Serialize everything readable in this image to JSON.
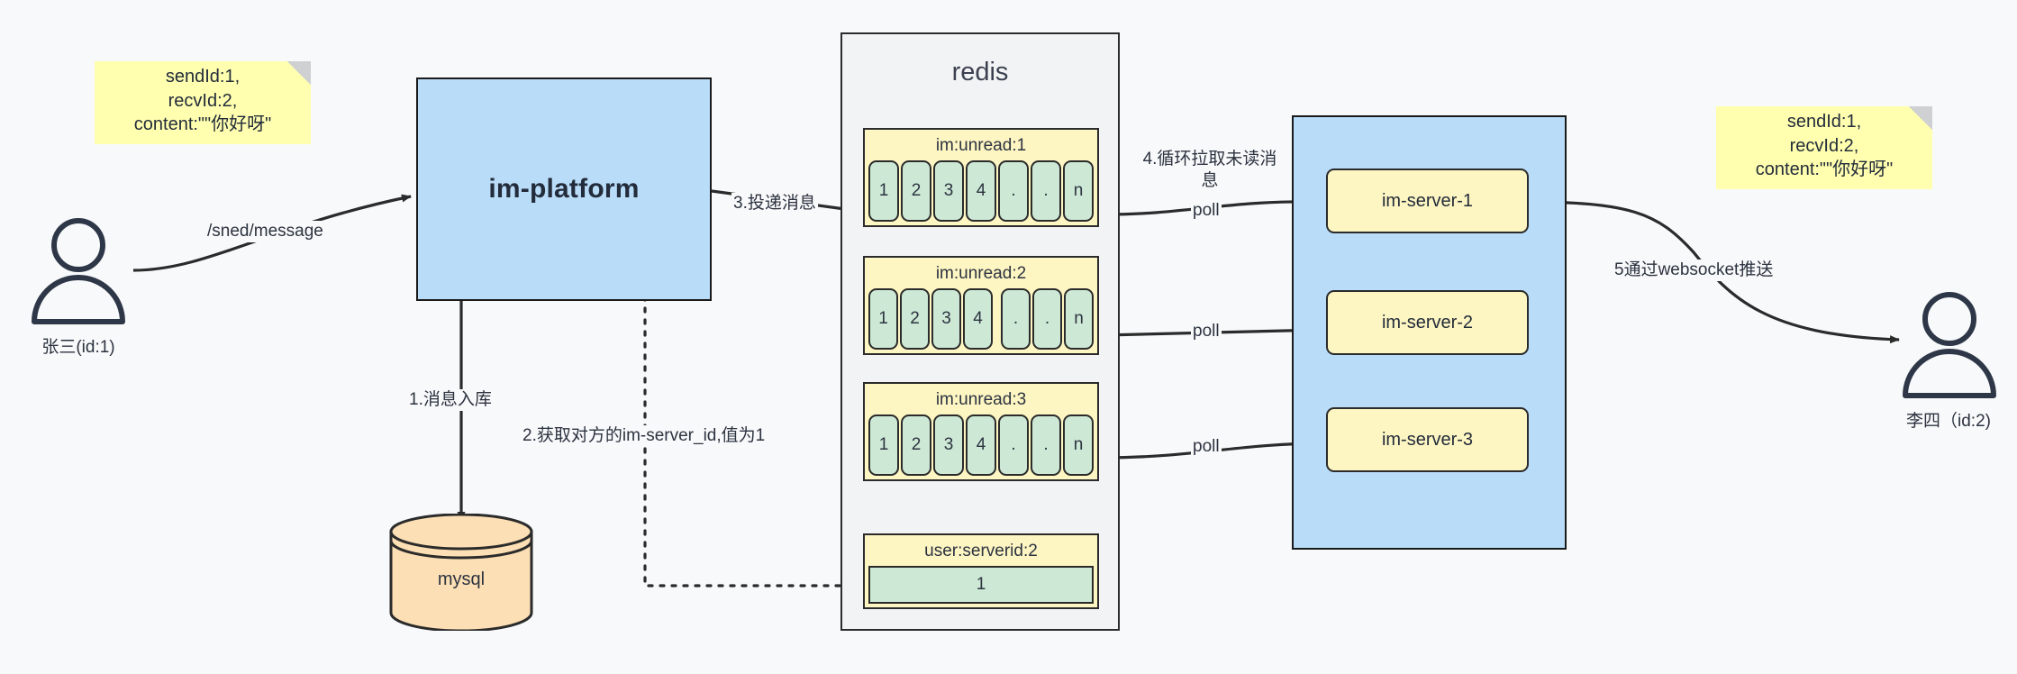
{
  "diagram": {
    "title": "IM message delivery architecture",
    "background": "#f8f9fa"
  },
  "colors": {
    "sticky": "#ffffaf",
    "platform": "#b9dcf9",
    "server_box": "#fdf5c2",
    "redis_container": "#f2f3f4",
    "redis_key": "#fdf5c2",
    "redis_cell": "#cde8d5",
    "mysql": "#fcdfb4",
    "stroke": "#2b2b2b",
    "text": "#2c3340"
  },
  "notes": {
    "left": "sendId:1,\nrecvId:2,\ncontent:\"\"你好呀\"",
    "right": "sendId:1,\nrecvId:2,\ncontent:\"\"你好呀\""
  },
  "actors": {
    "sender": {
      "label": "张三(id:1)"
    },
    "receiver": {
      "label": "李四（id:2)"
    }
  },
  "platform": {
    "label": "im-platform"
  },
  "datastore": {
    "mysql_label": "mysql"
  },
  "redis": {
    "title": "redis",
    "keys": [
      {
        "key": "im:unread:1",
        "cells": [
          "1",
          "2",
          "3",
          "4",
          ".",
          ".",
          "n"
        ]
      },
      {
        "key": "im:unread:2",
        "cells": [
          "1",
          "2",
          "3",
          "4",
          ".",
          ".",
          "n"
        ]
      },
      {
        "key": "im:unread:3",
        "cells": [
          "1",
          "2",
          "3",
          "4",
          ".",
          ".",
          "n"
        ]
      }
    ],
    "serverid_entry": {
      "key": "user:serverid:2",
      "value": "1"
    }
  },
  "servers": {
    "items": [
      {
        "label": "im-server-1"
      },
      {
        "label": "im-server-2"
      },
      {
        "label": "im-server-3"
      }
    ]
  },
  "edges": {
    "send_message": "/sned/message",
    "step1": "1.消息入库",
    "step2": "2.获取对方的im-server_id,值为1",
    "step3": "3.投递消息",
    "step4": "4.循环拉取未读消\n息",
    "poll1": "poll",
    "poll2": "poll",
    "poll3": "poll",
    "step5": "5通过websocket推送"
  }
}
